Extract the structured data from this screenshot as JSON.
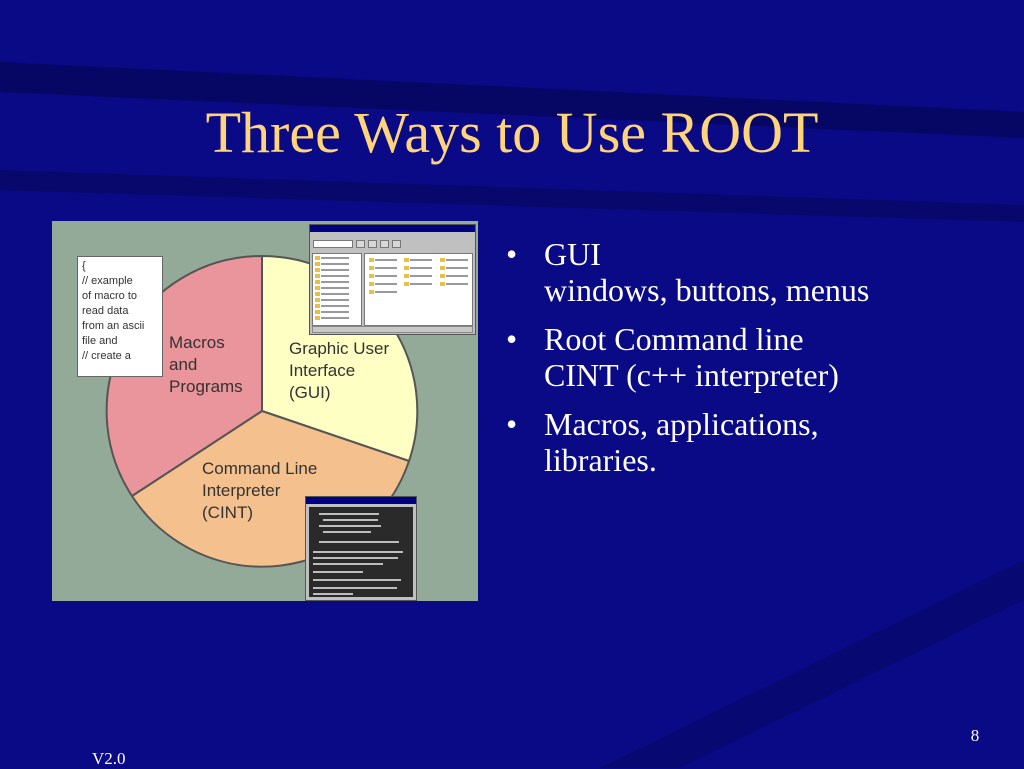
{
  "slide": {
    "title": "Three Ways to Use ROOT",
    "page_number": "8",
    "version": "V2.0"
  },
  "figure": {
    "sectors": {
      "macros": "Macros\nand\nPrograms",
      "gui": "Graphic User\nInterface\n(GUI)",
      "cint": "Command Line\nInterpreter\n(CINT)"
    },
    "sector_colors": {
      "macros": "#e9959b",
      "gui": "#feffc2",
      "cint": "#f3c08e",
      "background": "#93aa98"
    },
    "macro_note": "{\n//    example\nof macro to\nread data\nfrom an ascii\nfile and\n//    create a"
  },
  "bullets": [
    {
      "line1": "GUI",
      "line2": "windows, buttons, menus"
    },
    {
      "line1": "Root Command line",
      "line2": "CINT (c++ interpreter)"
    },
    {
      "line1": "Macros, applications,",
      "line2": "libraries."
    }
  ],
  "colors": {
    "background": "#0a0a86",
    "title": "#ffd47a",
    "text": "#ffffff"
  }
}
